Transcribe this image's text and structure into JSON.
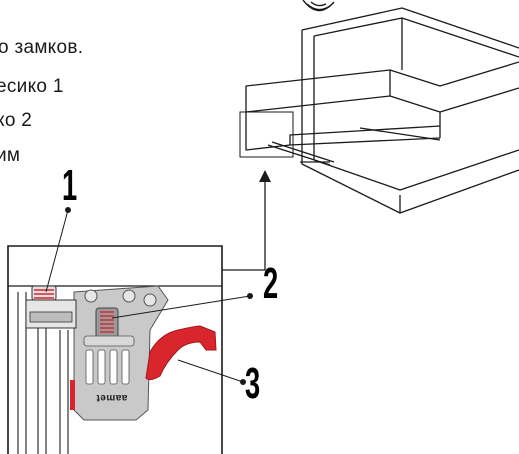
{
  "text_fragments": [
    "о замков.",
    "есико 1",
    "ко 2",
    "им"
  ],
  "callouts": [
    "1",
    "2",
    "3"
  ],
  "brand_marking": "aamet",
  "colors": {
    "line": "#1a1a1a",
    "lever_red": "#d8262c",
    "lock_body": "#bfbfbf",
    "lock_dark": "#7a7a7a",
    "background": "#ffffff"
  },
  "icons": [
    "signal-waves-icon",
    "arrow-up-icon"
  ]
}
